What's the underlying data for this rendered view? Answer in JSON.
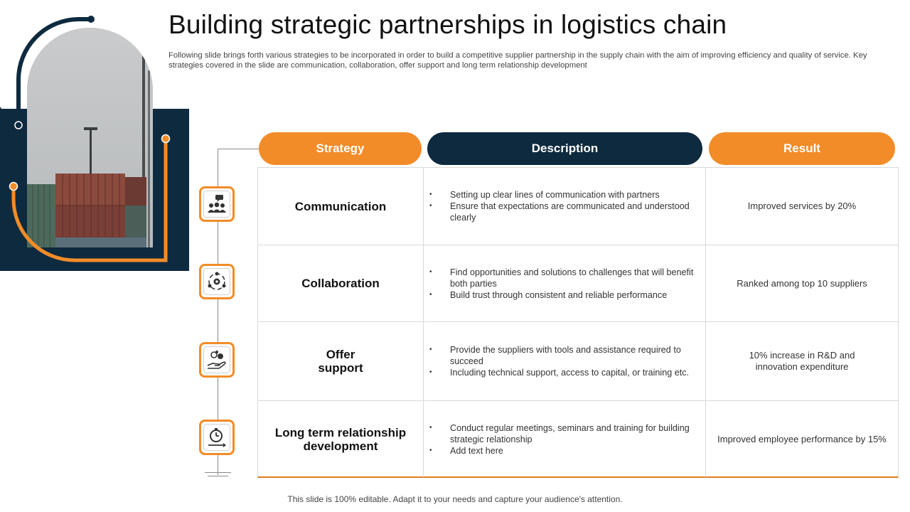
{
  "title": "Building strategic partnerships in logistics chain",
  "subtitle": "Following slide brings forth various strategies to be incorporated in order to build a competitive supplier partnership in the supply chain with the aim of improving efficiency and quality of service. Key strategies covered in the slide are communication, collaboration, offer support and long term relationship development",
  "headers": {
    "strategy": "Strategy",
    "description": "Description",
    "result": "Result"
  },
  "colors": {
    "orange": "#f28c28",
    "navy": "#0e2a3f"
  },
  "rows": [
    {
      "strategy": "Communication",
      "icon": "communication-icon",
      "bullets": [
        "Setting up clear lines of communication with partners",
        "Ensure that expectations are communicated and understood clearly"
      ],
      "result": "Improved  services by 20%"
    },
    {
      "strategy": "Collaboration",
      "icon": "collaboration-icon",
      "bullets": [
        "Find opportunities and solutions to challenges that will benefit both parties",
        "Build trust through consistent and reliable performance"
      ],
      "result": "Ranked among top 10 suppliers"
    },
    {
      "strategy": "Offer support",
      "icon": "support-icon",
      "bullets": [
        "Provide the suppliers with tools and assistance required to succeed",
        "Including technical support, access to capital, or training etc."
      ],
      "result": "10% increase in R&D and innovation  expenditure"
    },
    {
      "strategy": "Long term relationship development",
      "icon": "timer-icon",
      "bullets": [
        "Conduct regular meetings, seminars and training for building strategic relationship",
        "Add text here"
      ],
      "result": "Improved  employee performance  by 15%"
    }
  ],
  "footer": "This slide is 100% editable. Adapt it to your needs and capture your audience's attention."
}
